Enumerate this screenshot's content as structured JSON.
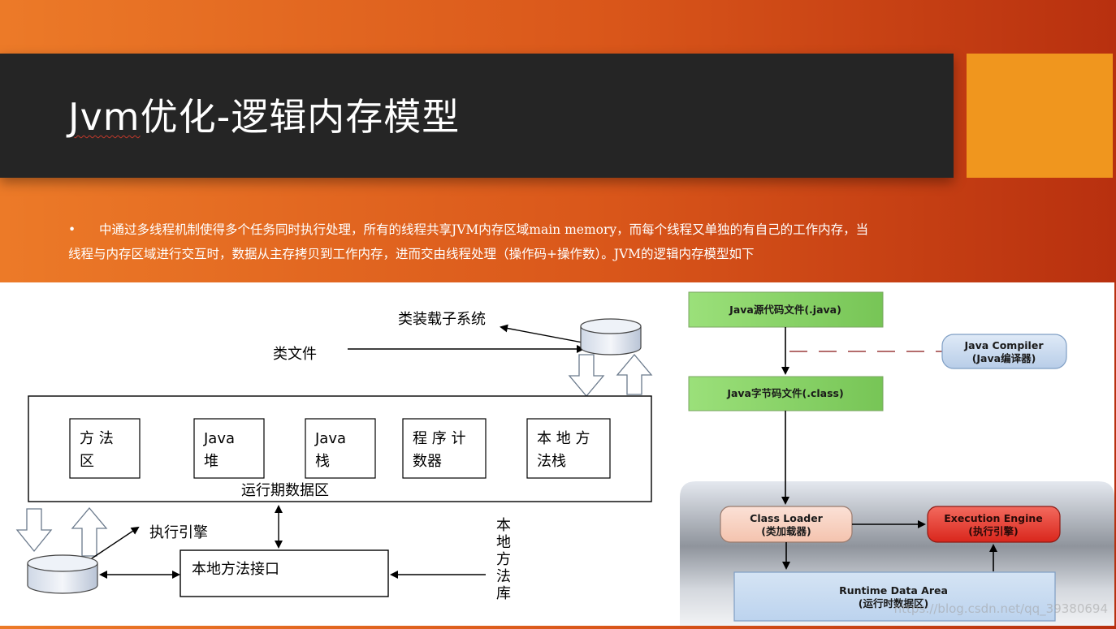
{
  "slide": {
    "title_prefix": "Jvm",
    "title_rest": "优化-逻辑内存模型",
    "bullet": "•",
    "paragraph_line1": "中通过多线程机制使得多个任务同时执行处理，所有的线程共享JVM内存区域main memory，而每个线程又单独的有自己的工作内存，当",
    "paragraph_line2": "线程与内存区域进行交互时，数据从主存拷贝到工作内存，进而交由线程处理（操作码+操作数）。JVM的逻辑内存模型如下"
  },
  "left_diagram": {
    "class_loader_subsystem": "类装载子系统",
    "class_file": "类文件",
    "runtime_data_area": "运行期数据区",
    "areas": [
      {
        "line1": "方  法",
        "line2": "区"
      },
      {
        "line1": "Java",
        "line2": "堆"
      },
      {
        "line1": "Java",
        "line2": "栈"
      },
      {
        "line1": "程 序 计",
        "line2": "数器"
      },
      {
        "line1": "本 地 方",
        "line2": "法栈"
      }
    ],
    "execution_engine": "执行引擎",
    "native_interface": "本地方法接口",
    "native_library_chars": [
      "本",
      "地",
      "方",
      "法",
      "库"
    ]
  },
  "right_diagram": {
    "java_source": "Java源代码文件(.java)",
    "java_compiler_line1": "Java Compiler",
    "java_compiler_line2": "(Java编译器)",
    "java_bytecode": "Java字节码文件(.class)",
    "class_loader_line1": "Class Loader",
    "class_loader_line2": "(类加载器)",
    "execution_engine_line1": "Execution Engine",
    "execution_engine_line2": "(执行引擎)",
    "runtime_line1": "Runtime  Data  Area",
    "runtime_line2": "(运行时数据区)"
  },
  "watermark": "https://blog.csdn.net/qq_39380694",
  "colors": {
    "title_bar": "#252525",
    "accent": "#f0961e",
    "green_box": "#8fd46a",
    "blue_box": "#c7dcf2"
  }
}
